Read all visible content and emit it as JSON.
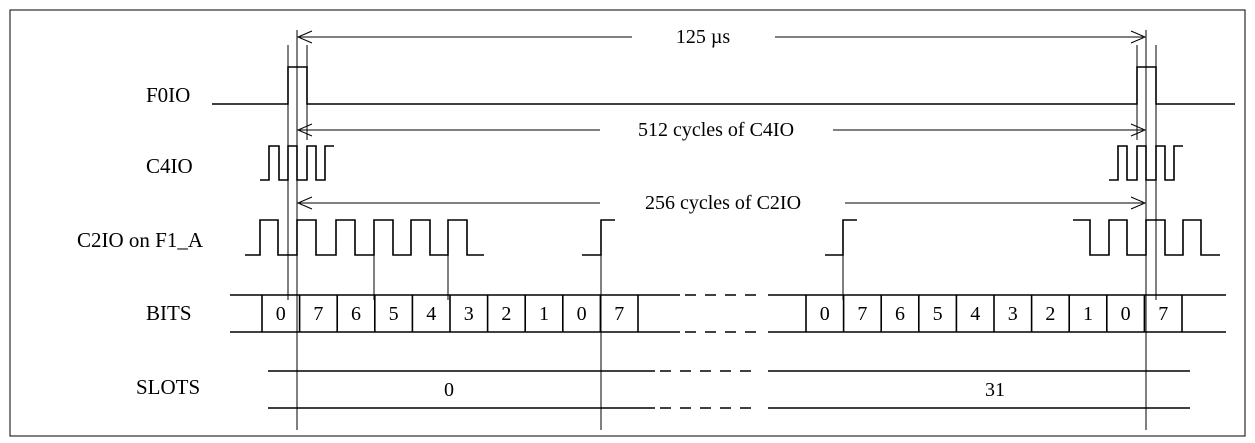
{
  "signals": {
    "f0io": "F0IO",
    "c4io": "C4IO",
    "c2io": "C2IO on F1_A",
    "bits": "BITS",
    "slots": "SLOTS"
  },
  "spans": {
    "frame": "125 µs",
    "c4_cycles": "512 cycles of C4IO",
    "c2_cycles": "256 cycles of C2IO"
  },
  "bits_left": [
    "0",
    "7",
    "6",
    "5",
    "4",
    "3",
    "2",
    "1",
    "0",
    "7"
  ],
  "bits_right": [
    "0",
    "7",
    "6",
    "5",
    "4",
    "3",
    "2",
    "1",
    "0",
    "7"
  ],
  "slot_first": "0",
  "slot_last": "31"
}
